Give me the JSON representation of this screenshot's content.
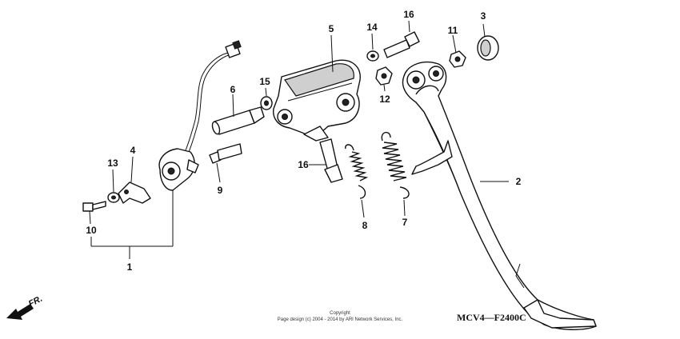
{
  "callouts": {
    "p1": "1",
    "p2": "2",
    "p3": "3",
    "p4": "4",
    "p5": "5",
    "p6": "6",
    "p7": "7",
    "p8": "8",
    "p9": "9",
    "p10": "10",
    "p11": "11",
    "p12": "12",
    "p13": "13",
    "p14": "14",
    "p15": "15",
    "p16a": "16",
    "p16b": "16"
  },
  "direction_label": "FR.",
  "diagram_code": "MCV4—F2400C",
  "copyright": {
    "line1": "Copyright",
    "line2": "Page design (c) 2004 - 2014 by ARI Network Services, Inc."
  }
}
